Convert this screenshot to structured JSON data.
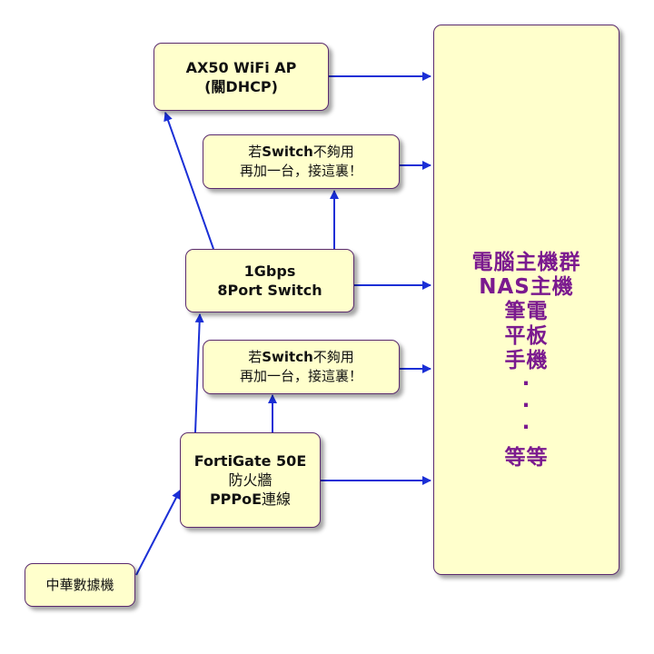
{
  "nodes": {
    "ap": {
      "line1": "AX50 WiFi AP",
      "line2": "(關DHCP)"
    },
    "ext_top": {
      "prefix1": "若",
      "bold1": "Switch",
      "suffix1": "不夠用",
      "line2": "再加一台，接這裏！"
    },
    "switch": {
      "line1": "1Gbps",
      "line2": "8Port Switch"
    },
    "ext_bottom": {
      "prefix1": "若",
      "bold1": "Switch",
      "suffix1": "不夠用",
      "line2": "再加一台，接這裏！"
    },
    "firewall": {
      "line1": "FortiGate 50E",
      "line2": "防火牆",
      "line3_bold": "PPPoE",
      "line3_rest": "連線"
    },
    "modem": {
      "label": "中華數據機"
    },
    "devices": {
      "items": [
        "電腦主機群",
        "NAS主機",
        "筆電",
        "平板",
        "手機"
      ],
      "dots": [
        "·",
        "·",
        "·"
      ],
      "last": "等等"
    }
  },
  "colors": {
    "box_fill": "#ffffcc",
    "box_border": "#5a2a6e",
    "arrow": "#1a2fd6",
    "device_text": "#7b1a8f"
  }
}
